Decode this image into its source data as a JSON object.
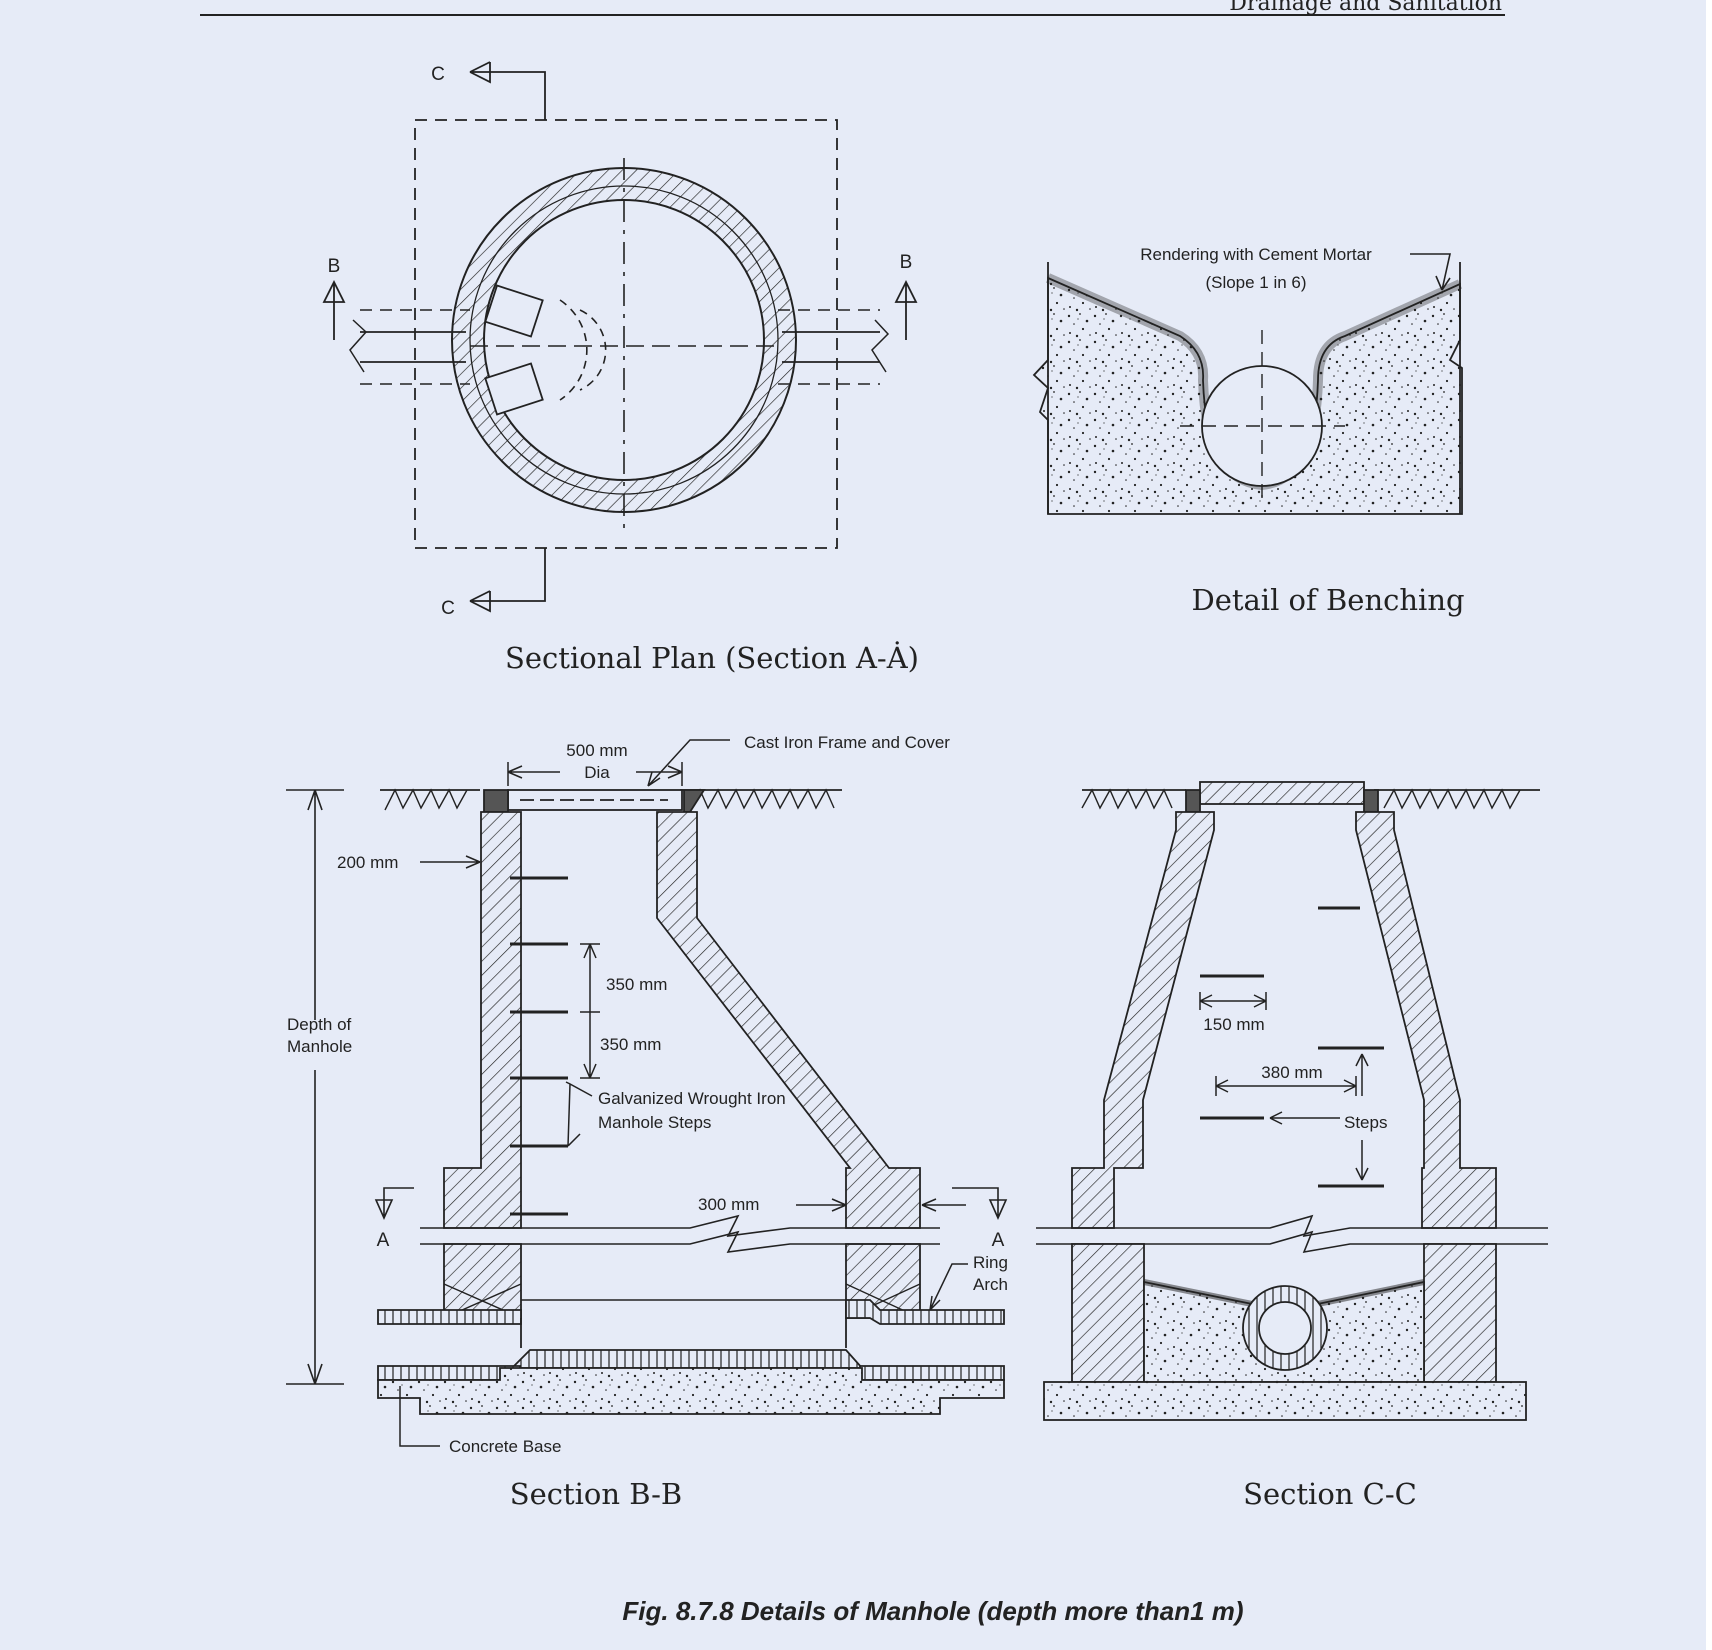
{
  "header": {
    "running_title": "Drainage and Sanitation"
  },
  "sectional_plan": {
    "title": "Sectional Plan (Section A-Ȧ)",
    "markers": {
      "c": "C",
      "b": "B"
    }
  },
  "benching": {
    "title": "Detail of Benching",
    "label_line1": "Rendering with Cement Mortar",
    "label_line2": "(Slope 1 in 6)"
  },
  "section_bb": {
    "title": "Section B-B",
    "cover_dia_line1": "500 mm",
    "cover_dia_line2": "Dia",
    "frame_label": "Cast Iron Frame and Cover",
    "wall_thickness": "200 mm",
    "depth_line1": "Depth of",
    "depth_line2": "Manhole",
    "step_spacing_1": "350 mm",
    "step_spacing_2": "350 mm",
    "steps_line1": "Galvanized Wrought Iron",
    "steps_line2": "Manhole Steps",
    "base_wall": "300 mm",
    "marker_a": "A",
    "ring_line1": "Ring",
    "ring_line2": "Arch",
    "base_label": "Concrete Base"
  },
  "section_cc": {
    "title": "Section C-C",
    "step_length": "150 mm",
    "step_offset": "380 mm",
    "steps_label": "Steps"
  },
  "caption": "Fig. 8.7.8 Details of Manhole (depth more than1 m)"
}
